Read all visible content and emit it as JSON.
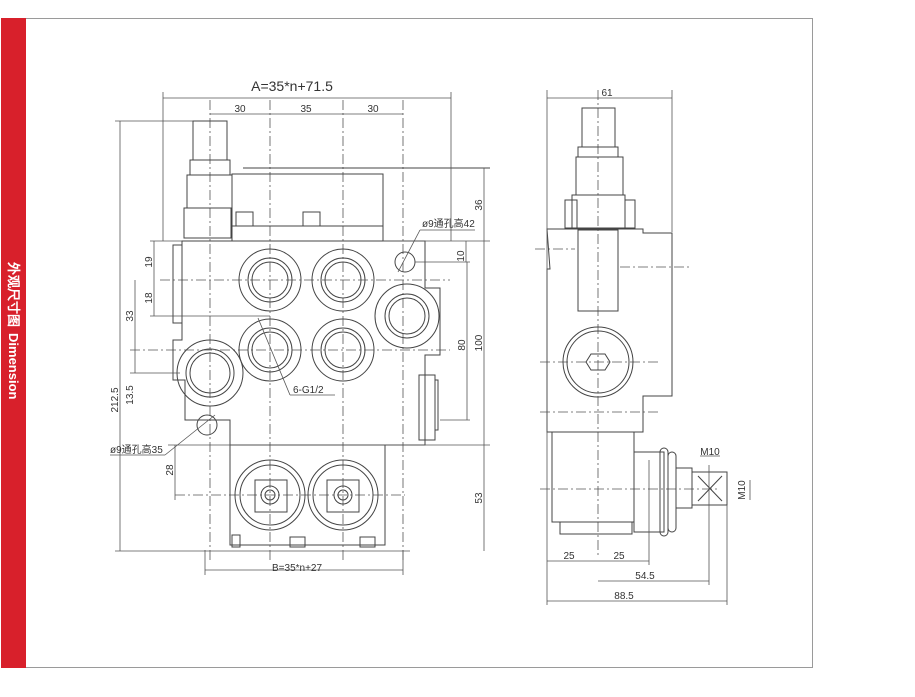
{
  "sidebar": {
    "title_cn": "外观尺寸图",
    "title_en": "Dimension",
    "color": "#d8202b"
  },
  "front_view": {
    "overall_width": "A=35*n+71.5",
    "spacing_left": "30",
    "spacing_mid": "35",
    "spacing_right": "30",
    "top_height": "36",
    "hole_top": "ø9通孔高42",
    "dim_10": "10",
    "dim_19": "19",
    "dim_18": "18",
    "dim_33": "33",
    "dim_80": "80",
    "dim_100": "100",
    "ports": "6-G1/2",
    "overall_height": "212.5",
    "dim_13_5": "13.5",
    "hole_bottom": "ø9通孔高35",
    "dim_28": "28",
    "dim_53": "53",
    "bottom_width": "B=35*n+27"
  },
  "side_view": {
    "width": "61",
    "thread_top": "M10",
    "thread_side": "M10",
    "dim_25a": "25",
    "dim_25b": "25",
    "dim_54_5": "54.5",
    "dim_88_5": "88.5"
  }
}
